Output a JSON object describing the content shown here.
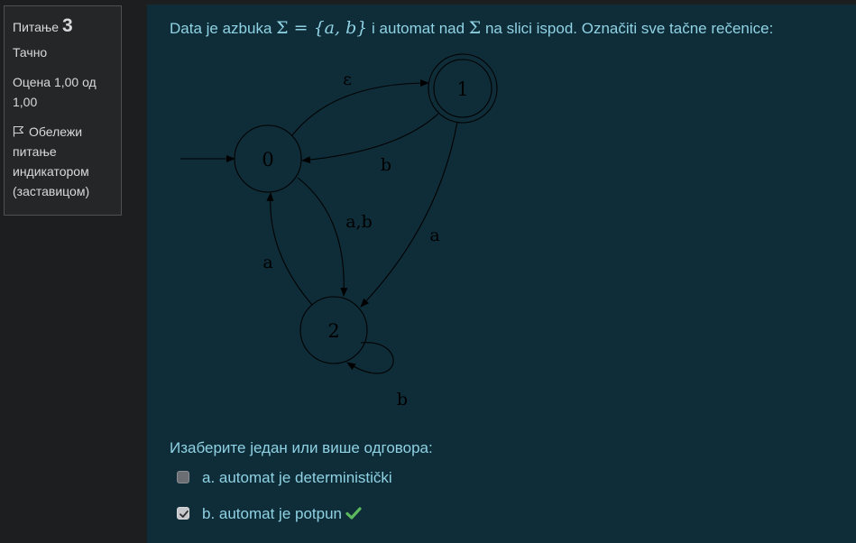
{
  "question_info": {
    "label": "Питање",
    "number": "3",
    "state": "Тачно",
    "grade": "Оцена 1,00 од 1,00",
    "flag_label": "Обележи питање индикатором (заставицом)"
  },
  "question": {
    "text_before": "Data je azbuka ",
    "sigma": "Σ",
    "equals": " = ",
    "set": "{a, b}",
    "text_middle": " i automat nad ",
    "sigma2": "Σ",
    "text_after": " na slici ispod. Označiti sve tačne rečenice:"
  },
  "automaton": {
    "states": [
      "0",
      "1",
      "2"
    ],
    "initial": "0",
    "accepting": [
      "1"
    ],
    "transitions": [
      {
        "from": "0",
        "to": "1",
        "label": "ε"
      },
      {
        "from": "1",
        "to": "0",
        "label": "b"
      },
      {
        "from": "0",
        "to": "2",
        "label": "a,b"
      },
      {
        "from": "2",
        "to": "0",
        "label": "a"
      },
      {
        "from": "1",
        "to": "2",
        "label": "a"
      },
      {
        "from": "2",
        "to": "2",
        "label": "b"
      }
    ]
  },
  "answers": {
    "prompt": "Изаберите један или више одговора:",
    "options": [
      {
        "label": "a. automat je deterministički",
        "checked": false,
        "correct": null
      },
      {
        "label": "b. automat je potpun",
        "checked": true,
        "correct": true
      }
    ]
  },
  "colors": {
    "content_bg": "#0f2d39",
    "text_cyan": "#8fd2e3",
    "correct_green": "#5cb85c"
  }
}
